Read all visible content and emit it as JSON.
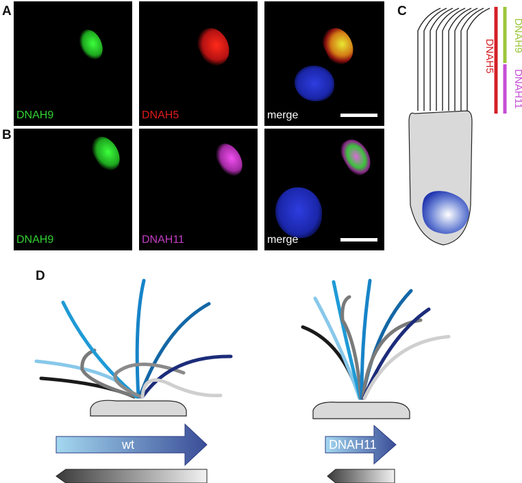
{
  "panels": {
    "A": "A",
    "B": "B",
    "C": "C",
    "D": "D"
  },
  "row_a": {
    "labels": [
      "DNAH9",
      "DNAH5",
      "merge"
    ],
    "label_colors": [
      "#33d133",
      "#e01b1b",
      "#ffffff"
    ]
  },
  "row_b": {
    "labels": [
      "DNAH9",
      "DNAH11",
      "merge"
    ],
    "label_colors": [
      "#33d133",
      "#c43dc4",
      "#ffffff"
    ]
  },
  "cilium_diagram": {
    "bar_labels": [
      "DNAH5",
      "DNAH9",
      "DNAH11"
    ],
    "bar_colors": {
      "DNAH5": "#d42027",
      "DNAH9": "#9cc63b",
      "DNAH11": "#c64fd6"
    }
  },
  "wt": {
    "arrow_label": "wt"
  },
  "mutant": {
    "arrow_label": "DNAH11"
  },
  "colors": {
    "nucleus": "#1e2db4",
    "cell": "#d9d9d9",
    "arrow_dark": "#3a4d97",
    "arrow_light": "#a4d8f0"
  }
}
